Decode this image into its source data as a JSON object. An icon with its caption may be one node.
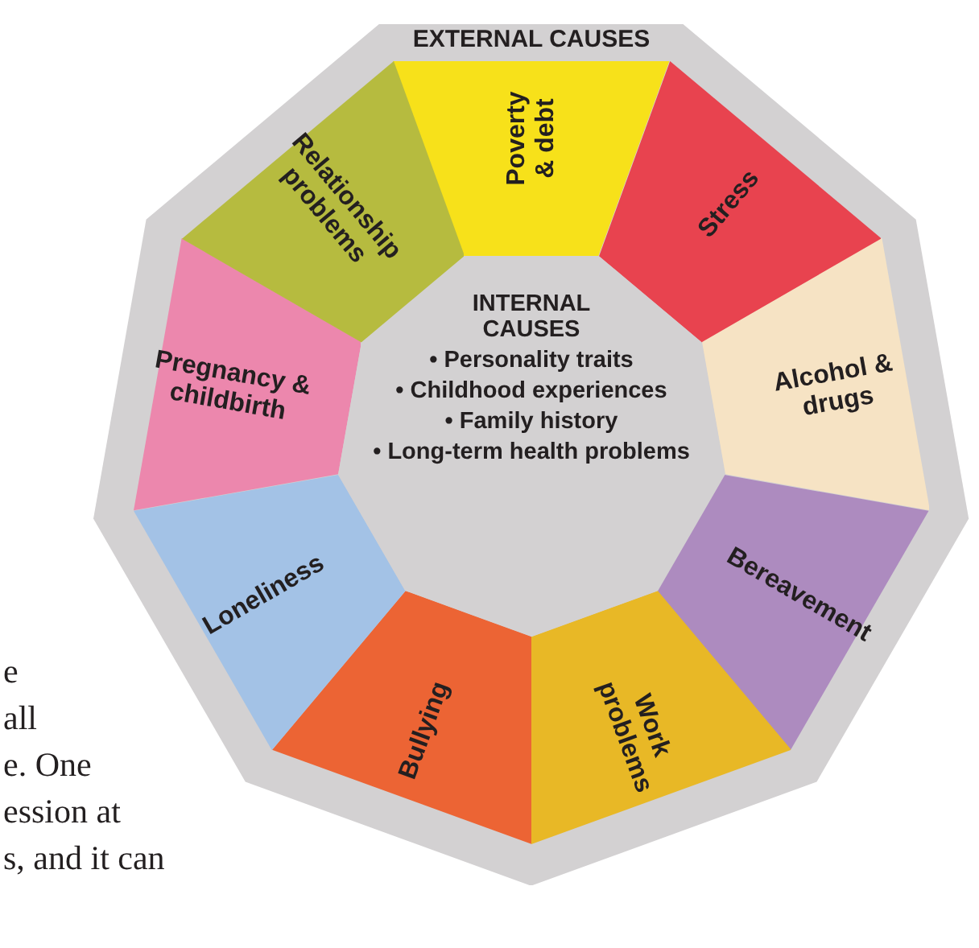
{
  "diagram": {
    "nodes": [
      {
        "text": [
          "EXTERNAL CAUSES"
        ]
      },
      {
        "text": [
          "Poverty & debt"
        ],
        "in": 0
      },
      {
        "text": [
          "Stress"
        ],
        "in": 0
      },
      {
        "text": [
          "Alcohol & drugs"
        ],
        "in": 0
      },
      {
        "text": [
          "Bereavement"
        ],
        "in": 0
      },
      {
        "text": [
          "Work problems"
        ],
        "in": 0
      },
      {
        "text": [
          "Bullying"
        ],
        "in": 0
      },
      {
        "text": [
          "Loneliness"
        ],
        "in": 0
      },
      {
        "text": [
          "Pregnancy & childbirth"
        ],
        "in": 0
      },
      {
        "text": [
          "Relationship problems"
        ],
        "in": 0
      },
      {
        "text": [
          "INTERNAL CAUSES",
          "• Personality traits",
          "• Childhood experiences",
          "• Family history",
          "• Long-term health problems"
        ],
        "in": 0
      }
    ],
    "labels": [
      "e",
      "all",
      "e. One",
      "ession at",
      "s, and it can"
    ]
  }
}
